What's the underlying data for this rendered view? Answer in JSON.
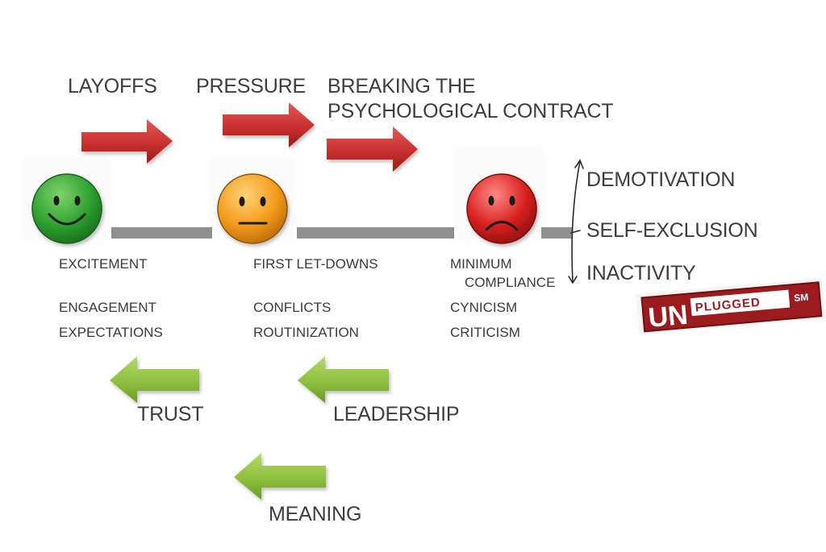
{
  "top_labels": {
    "layoffs": "LAYOFFS",
    "pressure": "PRESSURE",
    "breaking_line1": "BREAKING THE",
    "breaking_line2": "PSYCHOLOGICAL CONTRACT"
  },
  "stages": [
    {
      "face": "happy",
      "color": "#2da12f",
      "first": [
        "EXCITEMENT"
      ],
      "items": [
        "ENGAGEMENT",
        "EXPECTATIONS"
      ]
    },
    {
      "face": "neutral",
      "color": "#f39c1b",
      "first": [
        "FIRST LET-DOWNS"
      ],
      "items": [
        "CONFLICTS",
        "ROUTINIZATION"
      ]
    },
    {
      "face": "sad",
      "color": "#d8201f",
      "first": [
        "MINIMUM",
        "COMPLIANCE"
      ],
      "items": [
        "CYNICISM",
        "CRITICISM"
      ]
    }
  ],
  "outcomes": [
    "DEMOTIVATION",
    "SELF-EXCLUSION",
    "INACTIVITY"
  ],
  "remedies": {
    "trust": "TRUST",
    "leadership": "LEADERSHIP",
    "meaning": "MEANING"
  },
  "logo": {
    "main": "UN",
    "sub": "PLUGGED",
    "mark": "SM"
  },
  "colors": {
    "red_arrow": "#c8302e",
    "green_arrow": "#8ec03d",
    "connector": "#8f8f8f",
    "logo_red": "#9c1b1f"
  }
}
